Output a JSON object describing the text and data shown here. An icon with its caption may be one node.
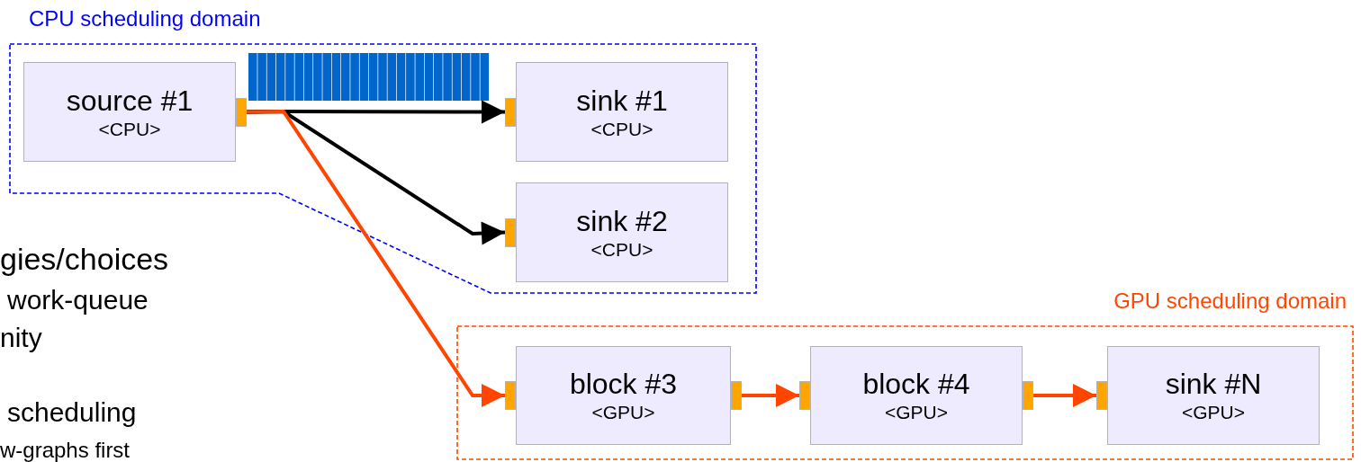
{
  "diagram": {
    "nodes": [
      {
        "text": [
          "CPU scheduling domain"
        ]
      },
      {
        "text": [
          "source #1",
          "<CPU>"
        ],
        "in": 0
      },
      {
        "text": [
          "sink #1",
          "<CPU>"
        ],
        "in": 0
      },
      {
        "text": [
          "sink #2",
          "<CPU>"
        ],
        "in": 0
      },
      {
        "text": [
          "GPU scheduling domain"
        ]
      },
      {
        "text": [
          "block #3",
          "<GPU>"
        ],
        "in": 4
      },
      {
        "text": [
          "block #4",
          "<GPU>"
        ],
        "in": 4
      },
      {
        "text": [
          "sink #N",
          "<GPU>"
        ],
        "in": 4
      }
    ],
    "edges": [
      {
        "from": 1,
        "to": 2,
        "arrow": "to",
        "color": "#000000"
      },
      {
        "from": 1,
        "to": 3,
        "arrow": "to",
        "color": "#000000"
      },
      {
        "from": 1,
        "to": 5,
        "arrow": "to"
      },
      {
        "from": 5,
        "to": 6,
        "arrow": "to"
      },
      {
        "from": 6,
        "to": 7,
        "arrow": "to"
      }
    ],
    "labels": [
      "gies/choices",
      "work-queue",
      "nity",
      "scheduling",
      "w-graphs first"
    ]
  }
}
